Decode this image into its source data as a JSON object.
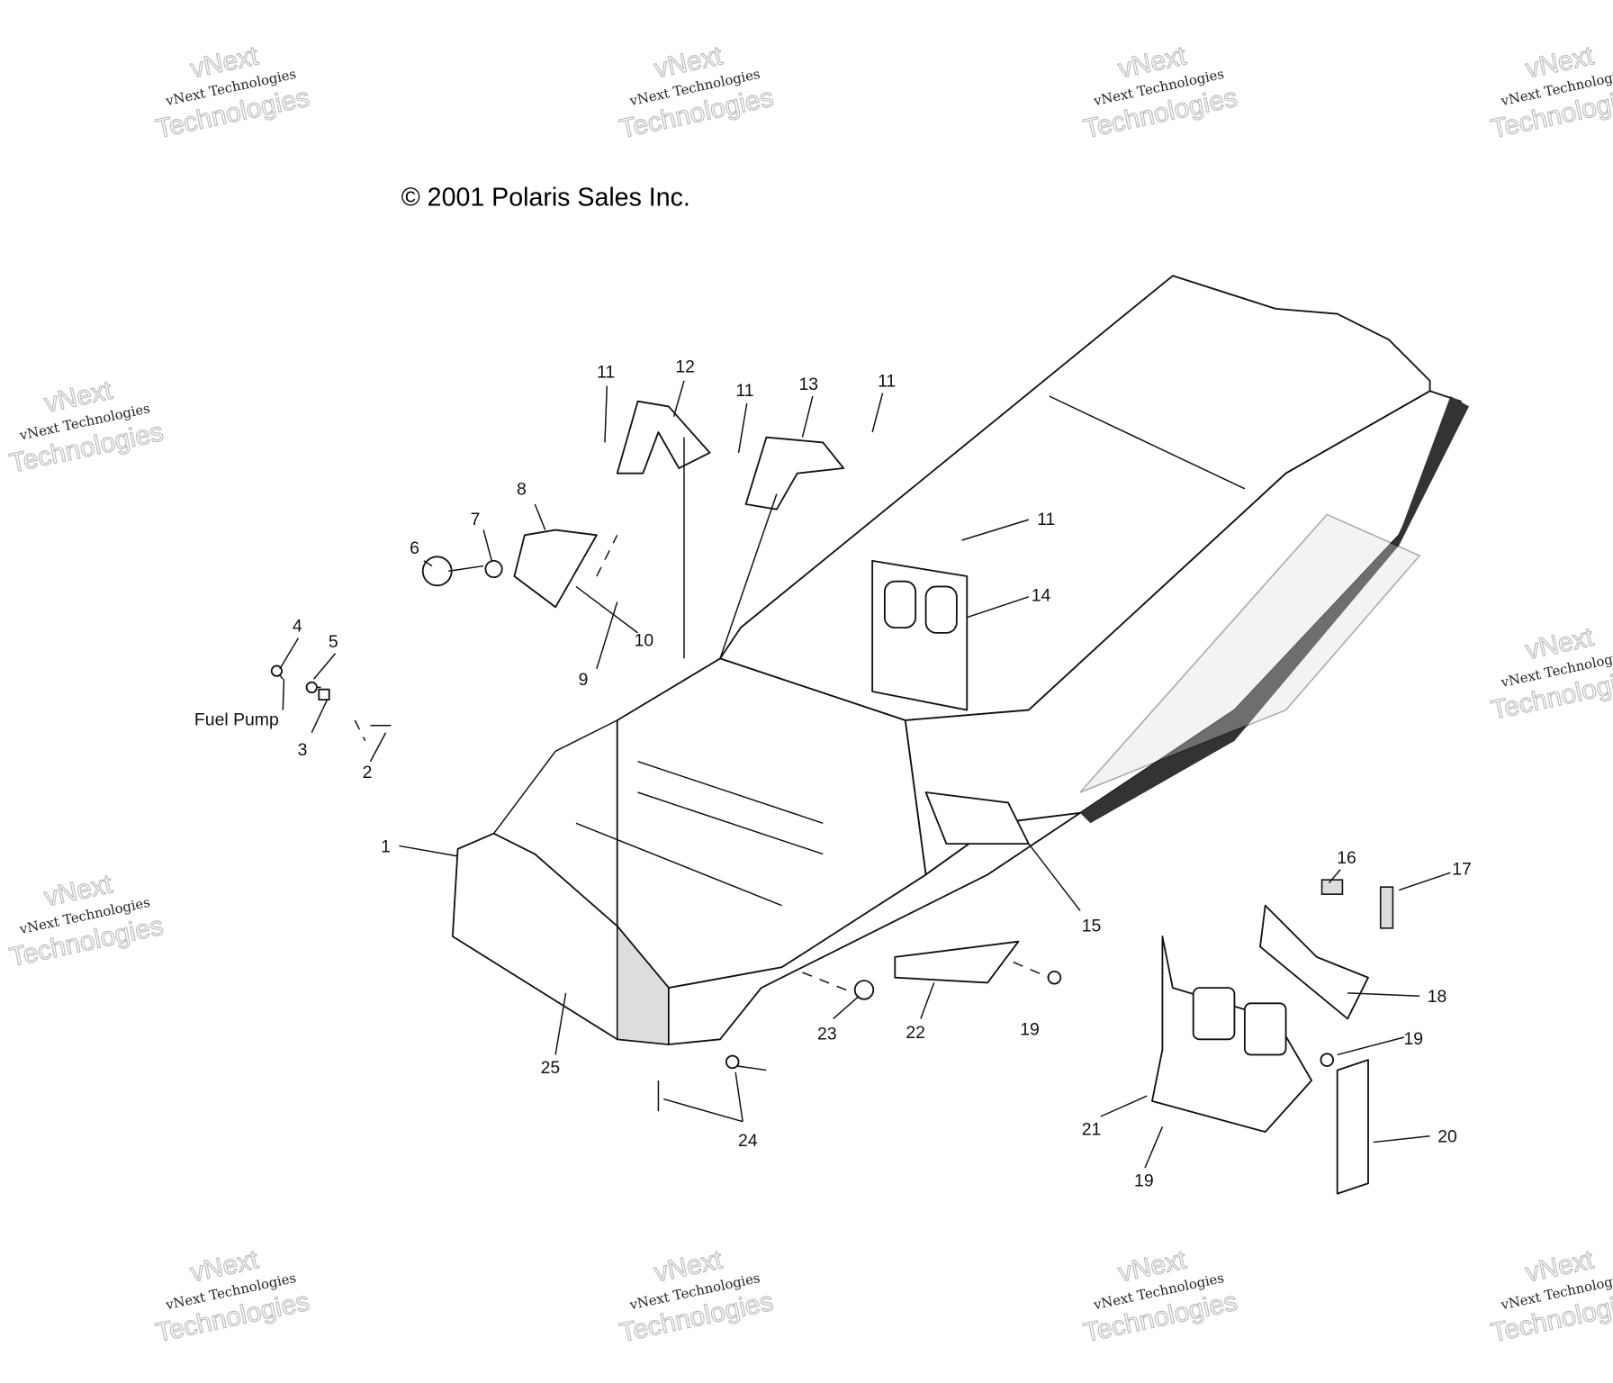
{
  "copyright": "© 2001 Polaris Sales Inc.",
  "watermark": {
    "line1": "vNext Technologies",
    "line2": "vNext",
    "line3": "Technologies"
  },
  "callouts": [
    "1",
    "2",
    "3",
    "4",
    "5",
    "6",
    "7",
    "8",
    "9",
    "10",
    "11",
    "12",
    "11",
    "13",
    "11",
    "11",
    "14",
    "15",
    "16",
    "17",
    "18",
    "19",
    "19",
    "19",
    "20",
    "21",
    "22",
    "23",
    "24",
    "25"
  ],
  "fuel_pump_label": "Fuel Pump"
}
